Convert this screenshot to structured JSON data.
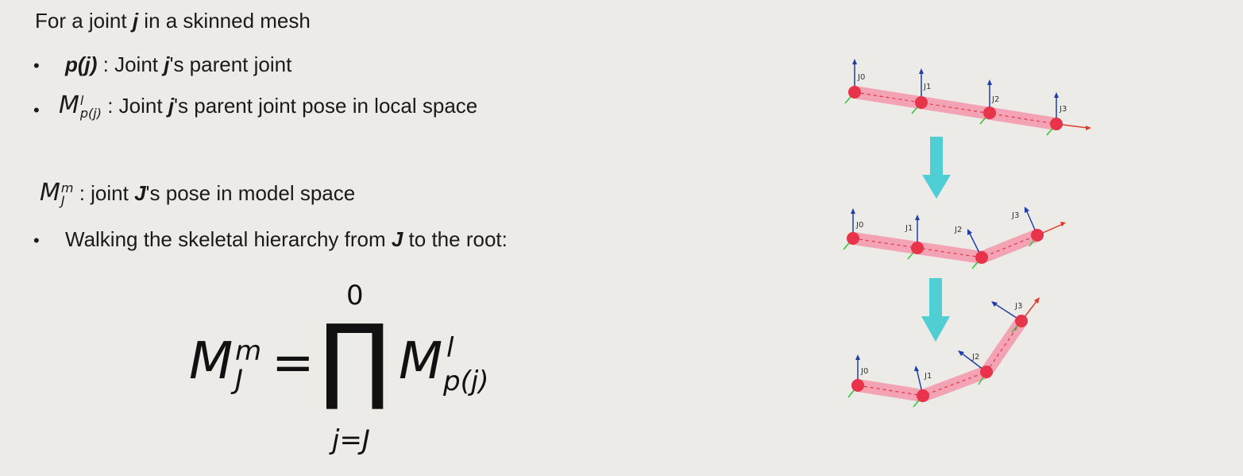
{
  "intro": {
    "prefix": "For a joint ",
    "var": "j",
    "suffix": " in a skinned mesh"
  },
  "bullet_symbol": "•",
  "item1": {
    "sym": "p(j)",
    "text_a": " : Joint ",
    "var": "j",
    "text_b": "'s parent joint"
  },
  "item2": {
    "sym_base": "M",
    "sym_sup": "l",
    "sym_sub": "p(j)",
    "text_a": " : Joint ",
    "var": "j",
    "text_b": "'s parent joint pose in local space"
  },
  "model": {
    "sym_base": "M",
    "sym_sup": "m",
    "sym_sub": "J",
    "text_a": " : joint ",
    "var": "J",
    "text_b": "'s pose in model space"
  },
  "walk": {
    "text_a": "Walking the skeletal hierarchy from ",
    "var": "J",
    "text_b": " to the root:"
  },
  "formula": {
    "lhs_base": "M",
    "lhs_sup": "m",
    "lhs_sub": "J",
    "equals": "=",
    "product": "∏",
    "upper": "0",
    "lower": "j=J",
    "rhs_base": "M",
    "rhs_sup": "l",
    "rhs_sub": "p(j)"
  },
  "joint_labels": [
    "J0",
    "J1",
    "J2",
    "J3"
  ],
  "colors": {
    "bone": "#f3a3b3",
    "joint": "#e8344a",
    "arrow": "#4fcfd4",
    "axis_up": "#1f3fa8",
    "axis_fwd": "#e03a2a",
    "axis_side": "#36c23b"
  }
}
